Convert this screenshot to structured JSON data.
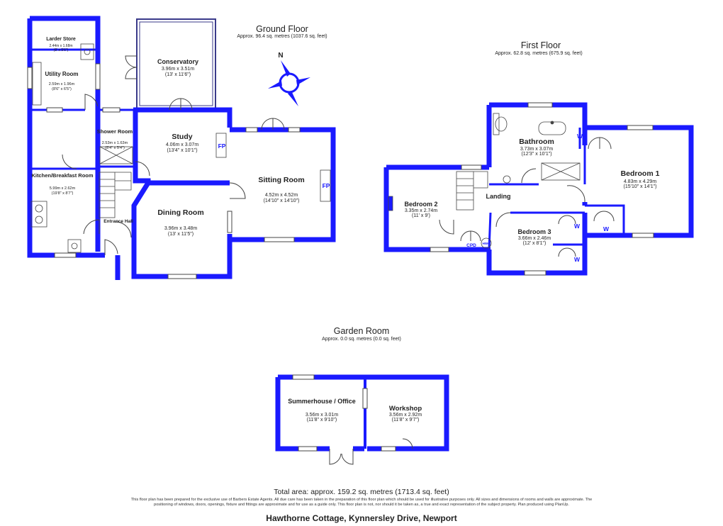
{
  "ground_floor": {
    "title": "Ground Floor",
    "area": "Approx. 96.4 sq. metres (1037.6 sq. feet)",
    "rooms": {
      "larder": {
        "name": "Larder Store",
        "dims": "2.44m x 1.68m",
        "imperial": "(8' x 5'6\")"
      },
      "utility": {
        "name": "Utility Room",
        "dims": "2.59m x 1.96m",
        "imperial": "(8'6\" x 6'5\")"
      },
      "conservatory": {
        "name": "Conservatory",
        "dims": "3.96m x 3.51m",
        "imperial": "(13' x 11'6\")"
      },
      "shower": {
        "name": "Shower Room",
        "dims": "2.53m x 1.63m",
        "imperial": "(8'4\" x 5'4\")"
      },
      "study": {
        "name": "Study",
        "dims": "4.06m x 3.07m",
        "imperial": "(13'4\" x 10'1\")"
      },
      "sitting": {
        "name": "Sitting Room",
        "dims": "4.52m x 4.52m",
        "imperial": "(14'10\" x 14'10\")"
      },
      "kitchen": {
        "name": "Kitchen/Breakfast Room",
        "dims": "5.99m x 2.62m",
        "imperial": "(19'8\" x 8'7\")"
      },
      "dining": {
        "name": "Dining Room",
        "dims": "3.96m x 3.48m",
        "imperial": "(13' x 11'5\")"
      },
      "entrance": {
        "name": "Entrance Hall"
      }
    },
    "tags": {
      "fp": "FP"
    }
  },
  "first_floor": {
    "title": "First Floor",
    "area": "Approx. 62.8 sq. metres (675.9 sq. feet)",
    "rooms": {
      "bathroom": {
        "name": "Bathroom",
        "dims": "3.73m x 3.07m",
        "imperial": "(12'3\" x 10'1\")"
      },
      "bedroom1": {
        "name": "Bedroom 1",
        "dims": "4.83m x 4.29m",
        "imperial": "(15'10\" x 14'1\")"
      },
      "bedroom2": {
        "name": "Bedroom 2",
        "dims": "3.35m x 2.74m",
        "imperial": "(11' x 9')"
      },
      "bedroom3": {
        "name": "Bedroom 3",
        "dims": "3.66m x 2.46m",
        "imperial": "(12' x 8'1\")"
      },
      "landing": {
        "name": "Landing"
      }
    },
    "tags": {
      "w": "W",
      "cpd": "CPD",
      "hwc": "HWC"
    }
  },
  "garden_room": {
    "title": "Garden Room",
    "area": "Approx. 0.0 sq. metres (0.0 sq. feet)",
    "rooms": {
      "summerhouse": {
        "name": "Summerhouse / Office",
        "dims": "3.56m x 3.01m",
        "imperial": "(11'8\" x 9'10\")"
      },
      "workshop": {
        "name": "Workshop",
        "dims": "3.56m x 2.92m",
        "imperial": "(11'8\" x 9'7\")"
      }
    }
  },
  "compass": {
    "north_label": "N"
  },
  "colors": {
    "wall": "#1a1aff",
    "text": "#222222"
  },
  "footer": {
    "total": "Total area: approx. 159.2 sq. metres (1713.4 sq. feet)",
    "disclaimer": "This floor plan has been prepared for the exclusive use of Barbers Estate Agents. All due care has been taken in the preparation of this floor plan which should be used for illustrative purposes only. All sizes and dimensions of rooms and walls are approximate. The positioning of windows, doors, openings, fixture and fittings are approximate and for use as a guide only. This floor plan is not, nor should it be taken as, a true and exact representation of the subject property. Plan produced using PlanUp.",
    "address": "Hawthorne Cottage, Kynnersley Drive, Newport"
  }
}
